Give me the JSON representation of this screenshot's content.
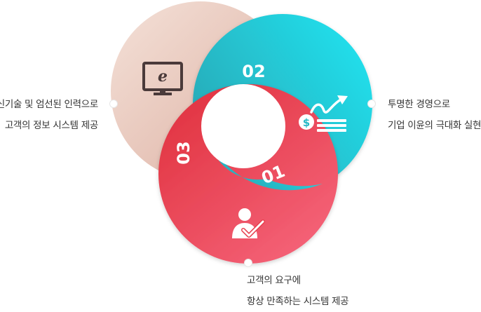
{
  "colors": {
    "circle_01_start": "#21e2ef",
    "circle_01_end": "#2aa3b0",
    "circle_02_start": "#f4e1d8",
    "circle_02_end": "#dcaea0",
    "circle_03_start": "#e0313e",
    "circle_03_end": "#f6667c",
    "icon_dark": "#4a3a3a",
    "dot": "#ffffff"
  },
  "diagram": {
    "items": [
      {
        "number": "01",
        "icon": "dollar-growth-icon",
        "caption": [
          "투명한 경영으로",
          "기업 이윤의 극대화 실현"
        ]
      },
      {
        "number": "02",
        "icon": "monitor-e-icon",
        "caption": [
          "신기술 및 엄선된 인력으로",
          "고객의 정보 시스템 제공"
        ]
      },
      {
        "number": "03",
        "icon": "user-check-icon",
        "caption": [
          "고객의 요구에",
          "항상 만족하는 시스템 제공"
        ]
      }
    ]
  }
}
